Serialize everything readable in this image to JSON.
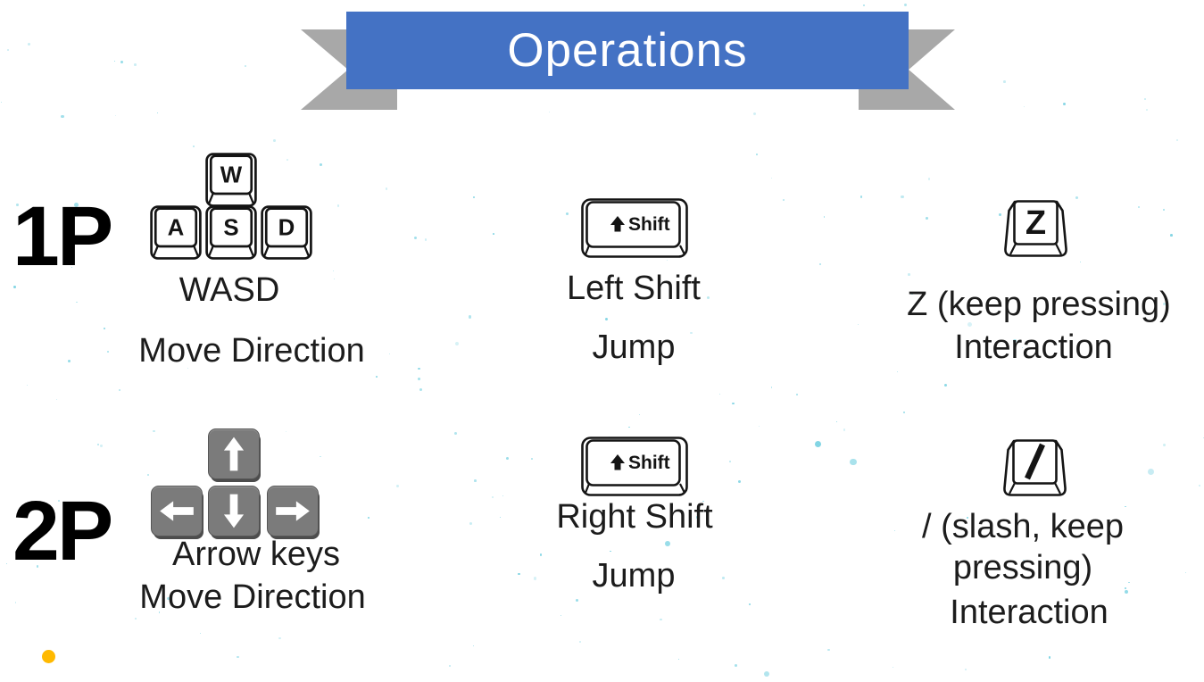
{
  "banner": {
    "title": "Operations"
  },
  "colors": {
    "banner_blue": "#4472C4",
    "ribbon_gray": "#A8A8A8",
    "arrow_key_gray": "#7B7B7B",
    "speckle_cyan": "#7FD4E3",
    "bullet_yellow": "#FFB900"
  },
  "keycaps": {
    "w": "W",
    "a": "A",
    "s": "S",
    "d": "D",
    "shift": "Shift",
    "z": "Z",
    "slash": "/"
  },
  "players": {
    "p1": {
      "label": "1P",
      "move": {
        "line1": "WASD",
        "line2": "Move Direction"
      },
      "jump": {
        "line1": "Left Shift",
        "line2": "Jump"
      },
      "interact": {
        "line1": "Z (keep pressing)",
        "line2": "Interaction"
      }
    },
    "p2": {
      "label": "2P",
      "move": {
        "line1": "Arrow keys",
        "line2": "Move Direction"
      },
      "jump": {
        "line1": "Right Shift",
        "line2": "Jump"
      },
      "interact": {
        "line1": "/ (slash, keep pressing)",
        "line2": "Interaction"
      }
    }
  }
}
